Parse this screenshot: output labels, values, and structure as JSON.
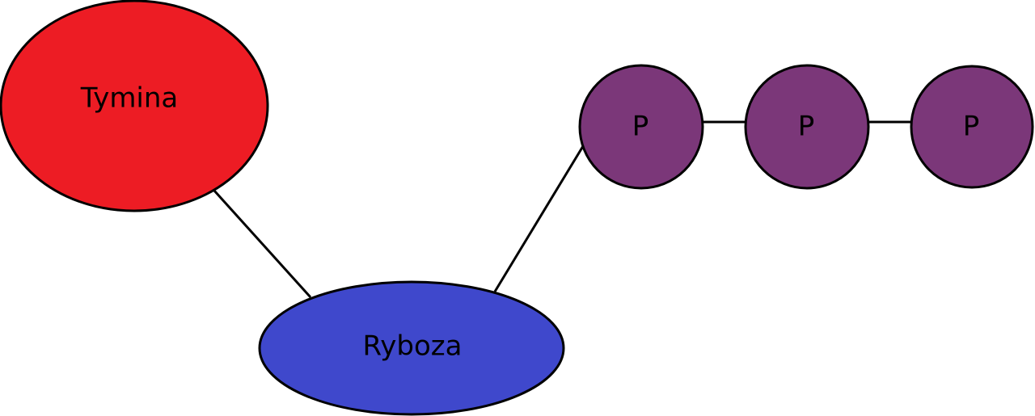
{
  "colors": {
    "thymine": "#ED1C24",
    "ribose": "#3F48CC",
    "phosphate": "#7B3779",
    "outline": "#000000",
    "background": "#FFFFFF"
  },
  "nodes": {
    "thymine": {
      "label": "Tymina"
    },
    "ribose": {
      "label": "Ryboza"
    },
    "phosphate_1": {
      "label": "P"
    },
    "phosphate_2": {
      "label": "P"
    },
    "phosphate_3": {
      "label": "P"
    }
  }
}
